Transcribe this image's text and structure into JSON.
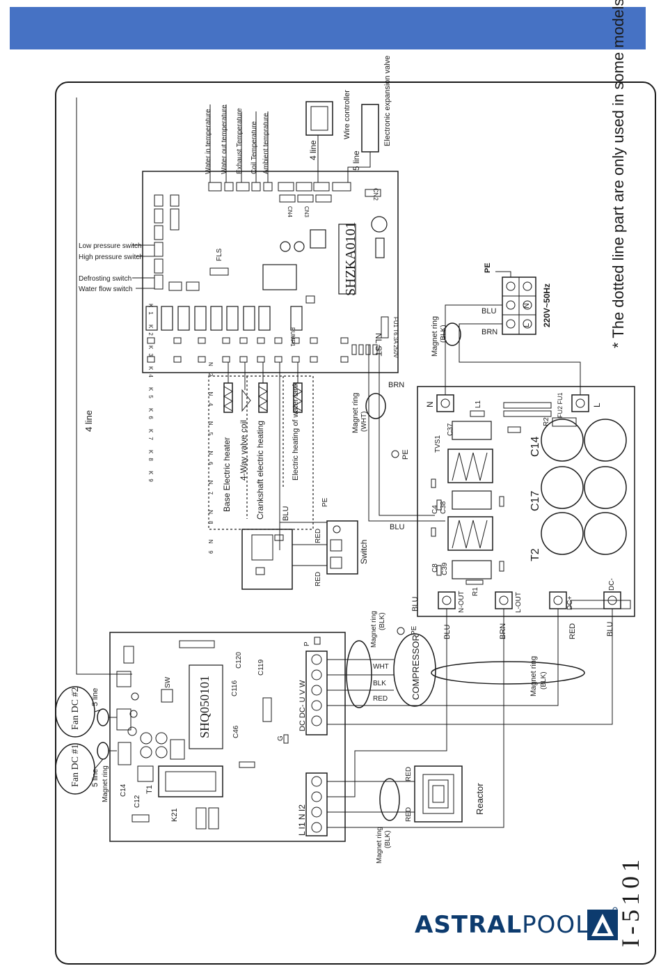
{
  "header": {
    "color": "#4672c4"
  },
  "diagram": {
    "model_code": "I-5101",
    "note": "* The dotted line part are only used in some models",
    "power_label": "220V~50Hz",
    "power_terminals": [
      "L",
      "N",
      "PE"
    ],
    "wires": {
      "blu": "BLU",
      "brn": "BRN",
      "red": "RED",
      "wht": "WHT",
      "blk": "BLK"
    },
    "magnet_ring": "Magnet ring",
    "magnet_ring_blk": "(BLK)",
    "magnet_ring_wht": "(WHT)",
    "pe": "PE",
    "four_line": "4 line",
    "five_line": "5 line",
    "switch": "Switch",
    "compressor": "COMPRESSOR",
    "reactor": "Reactor",
    "wire_controller": "Wire controller",
    "expansion_valve": "Electronic expansion valve",
    "fan1": "Fan DC #1",
    "fan2": "Fan DC #2",
    "loads": [
      "Base Electric heater",
      "4-Way valve coil",
      "Crankshaft electric heating",
      "Electric heating of water tank"
    ],
    "sensors": [
      "Water in temperature",
      "Water out temperature",
      "Exhaust Temperature",
      "Coil Temperature",
      "Ambient temprature"
    ],
    "switches": [
      "Water flow switch",
      "Defrosting switch",
      "High pressure switch",
      "Low pressure switch"
    ],
    "main_board": "SHZKA0101",
    "driver_board": "SHQ050101",
    "filter_labels": {
      "n": "N",
      "l": "L",
      "nout": "N-OUT",
      "lout": "L-OUT",
      "dcp": "DC+",
      "dcm": "DC-",
      "tvs": "TVS1",
      "c37": "C37",
      "c38": "C38",
      "c39": "C39",
      "c14": "C14",
      "c17": "C17",
      "t2": "T2",
      "c4": "C4",
      "c8": "C8",
      "r1": "R1",
      "r2": "R2",
      "l1": "L1",
      "fu": "FU2 FU1"
    },
    "driver_labels": {
      "terminals": "L  I1  N  I2",
      "uvw": "DC DC- U  V  W",
      "k21": "K21",
      "t1": "T1",
      "c12": "C12",
      "c14": "C14",
      "sw": "SW",
      "c46": "C46",
      "c116": "C116",
      "c119": "C119",
      "c120": "C120",
      "g": "G",
      "p": "P"
    },
    "board_labels": {
      "cn2": "CN2",
      "cn4": "CN4",
      "cn3": "CN3",
      "pump": "PUMP1",
      "fuse": "FU1 T6.3A 250V",
      "fls": "FLS",
      "nlst": "NL ST",
      "k_relays": "K1  K2  K3  K4  K5  K6  K7  K8  K9",
      "n_outs": "N2 N4 N5 N6 N7 N8 N9"
    }
  },
  "brand": {
    "name_bold": "ASTRAL",
    "name_light": "POOL",
    "text_color": "#0d3b6e",
    "logo_color": "#0d3b6e"
  }
}
